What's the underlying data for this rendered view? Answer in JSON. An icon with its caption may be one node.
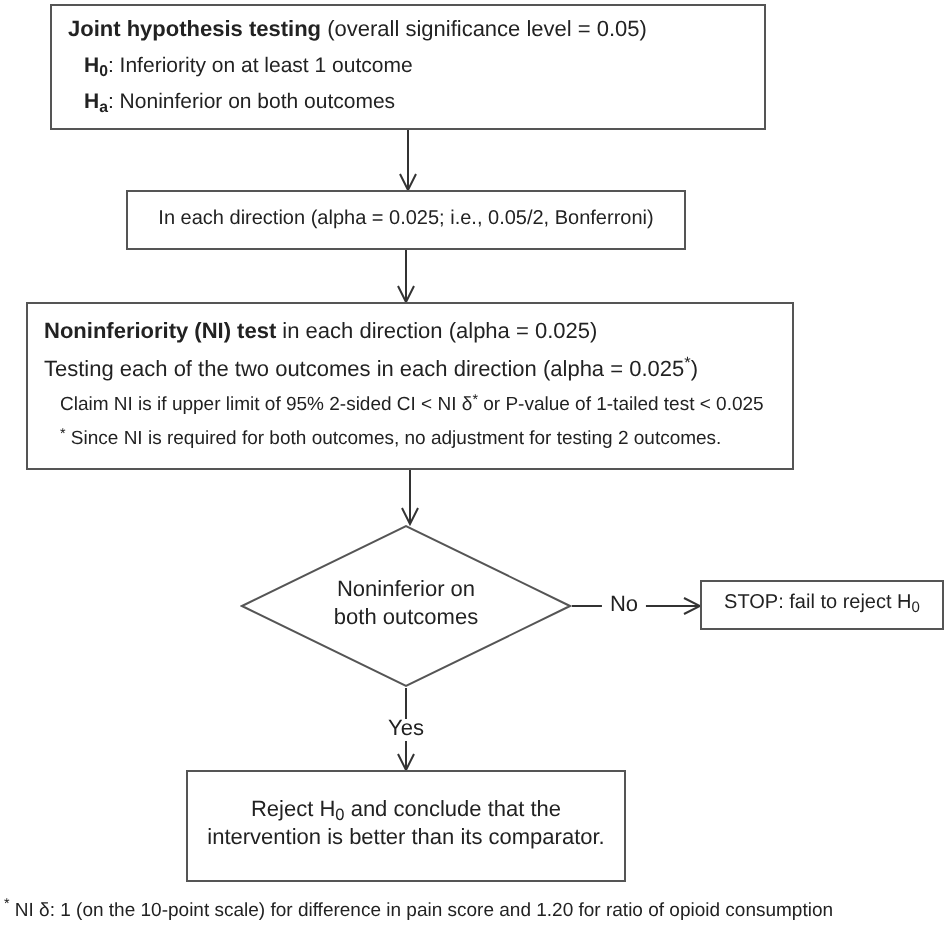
{
  "diagram": {
    "nodes": [
      {
        "text": [
          "**Joint hypothesis testing** (overall significance level = 0.05)",
          "**H$_{0}$**: Inferiority on at least 1 outcome",
          "**H$_{a}$**: Noninferior on both outcomes"
        ]
      },
      {
        "text": [
          "In each direction (alpha = 0.025; i.e., 0.05/2, Bonferroni)"
        ]
      },
      {
        "text": [
          "**Noninferiority (NI) test** in each direction (alpha = 0.025)",
          "Testing each of the two outcomes in each direction (alpha = 0.025$^{*}$)",
          "Claim NI is if upper limit of 95% 2-sided CI < NI δ$^{*}$ or P-value of 1-tailed test < 0.025",
          "$^{*}$ Since NI is required for both outcomes, no adjustment for testing 2 outcomes."
        ]
      },
      {
        "text": [
          "Noninferior on both outcomes"
        ]
      },
      {
        "text": [
          "STOP: fail to reject H$_{0}$"
        ]
      },
      {
        "text": [
          "Reject H$_{0}$ and conclude that the intervention is better than its comparator."
        ]
      }
    ],
    "edges": [
      {
        "from": 0,
        "to": 1,
        "arrow": "to"
      },
      {
        "from": 1,
        "to": 2,
        "arrow": "to"
      },
      {
        "from": 2,
        "to": 3,
        "arrow": "to"
      },
      {
        "from": 3,
        "to": 4,
        "arrow": "to",
        "label": "No"
      },
      {
        "from": 3,
        "to": 5,
        "arrow": "to",
        "label": "Yes"
      }
    ],
    "labels": [
      "$^{*}$ NI δ: 1 (on the 10-point scale) for difference in pain score and 1.20 for ratio of opioid consumption"
    ]
  }
}
